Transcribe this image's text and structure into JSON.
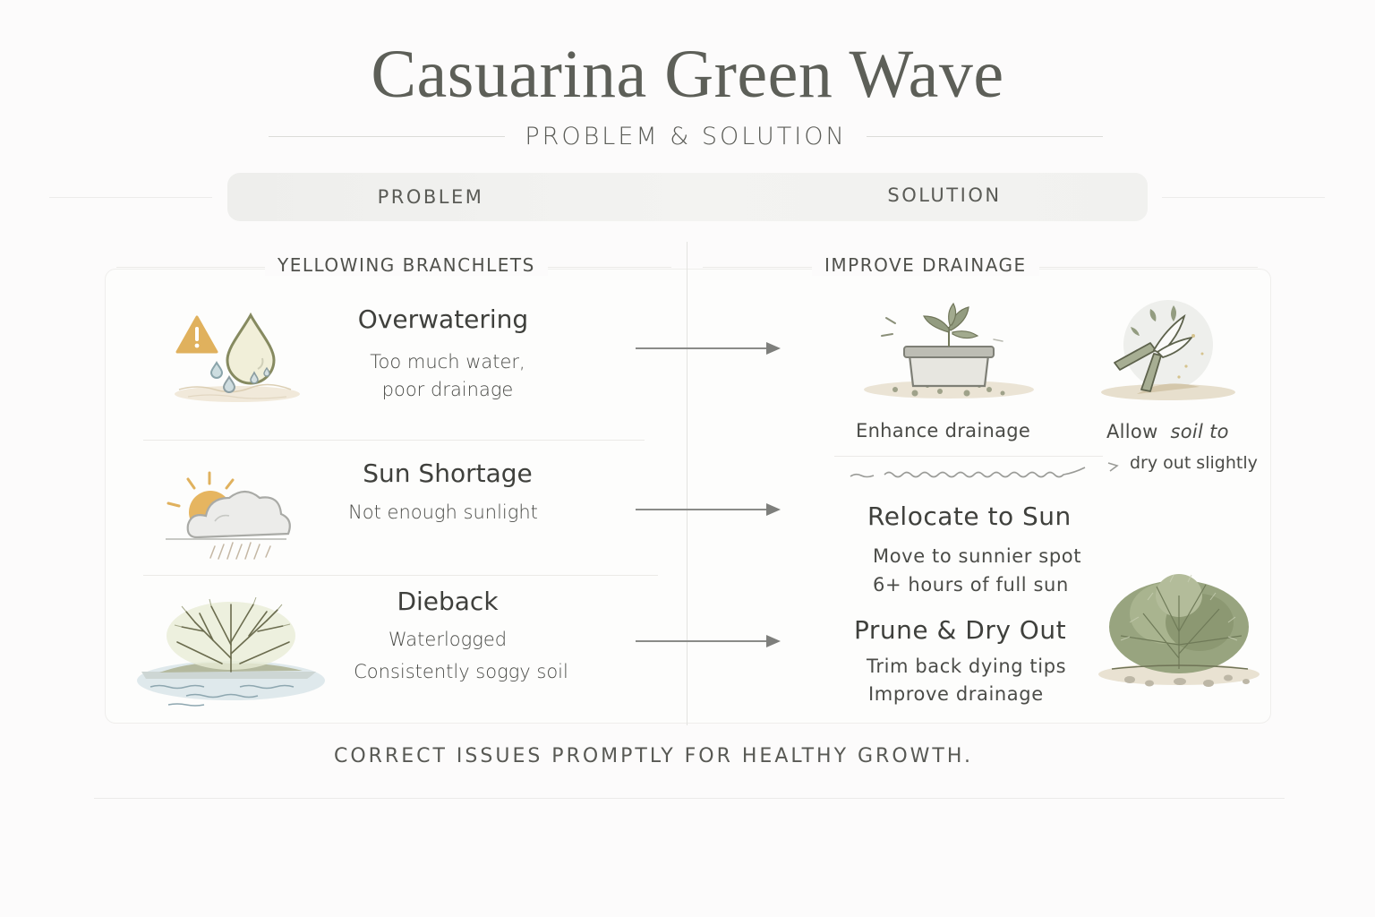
{
  "title": "Casuarina Green Wave",
  "subtitle": "PROBLEM & SOLUTION",
  "header": {
    "problem_label": "PROBLEM",
    "solution_label": "SOLUTION"
  },
  "problem_section": {
    "heading": "YELLOWING BRANCHLETS",
    "items": [
      {
        "title": "Overwatering",
        "lines": [
          "Too much water,",
          "poor drainage"
        ],
        "icon": "warning-water-drop-icon"
      },
      {
        "title": "Sun Shortage",
        "lines": [
          "Not enough sunlight"
        ],
        "icon": "sun-behind-cloud-icon"
      },
      {
        "title": "Dieback",
        "lines": [
          "Waterlogged",
          "Consistently soggy soil"
        ],
        "icon": "bare-shrub-in-water-icon"
      }
    ]
  },
  "solution_section": {
    "heading": "IMPROVE DRAINAGE",
    "drainage": {
      "caption_left": "Enhance drainage",
      "caption_right_a": "Allow",
      "caption_right_b": "soil to",
      "caption_right_c": "dry out slightly",
      "icon_left": "potted-plant-icon",
      "icon_right": "pruning-shears-icon"
    },
    "relocate": {
      "title": "Relocate to Sun",
      "lines": [
        "Move to sunnier spot",
        "6+ hours of full sun"
      ]
    },
    "prune": {
      "title": "Prune & Dry Out",
      "lines": [
        "Trim back dying tips",
        "Improve drainage"
      ],
      "icon": "healthy-shrub-icon"
    }
  },
  "footer": "CORRECT ISSUES PROMPTLY FOR HEALTHY GROWTH.",
  "colors": {
    "background": "#fcfbfb",
    "title": "#5d5f58",
    "text": "#4a4b47",
    "accent_warning": "#e0b15d",
    "accent_green": "#8c9a7a",
    "water_blue": "#9fb8c0"
  }
}
